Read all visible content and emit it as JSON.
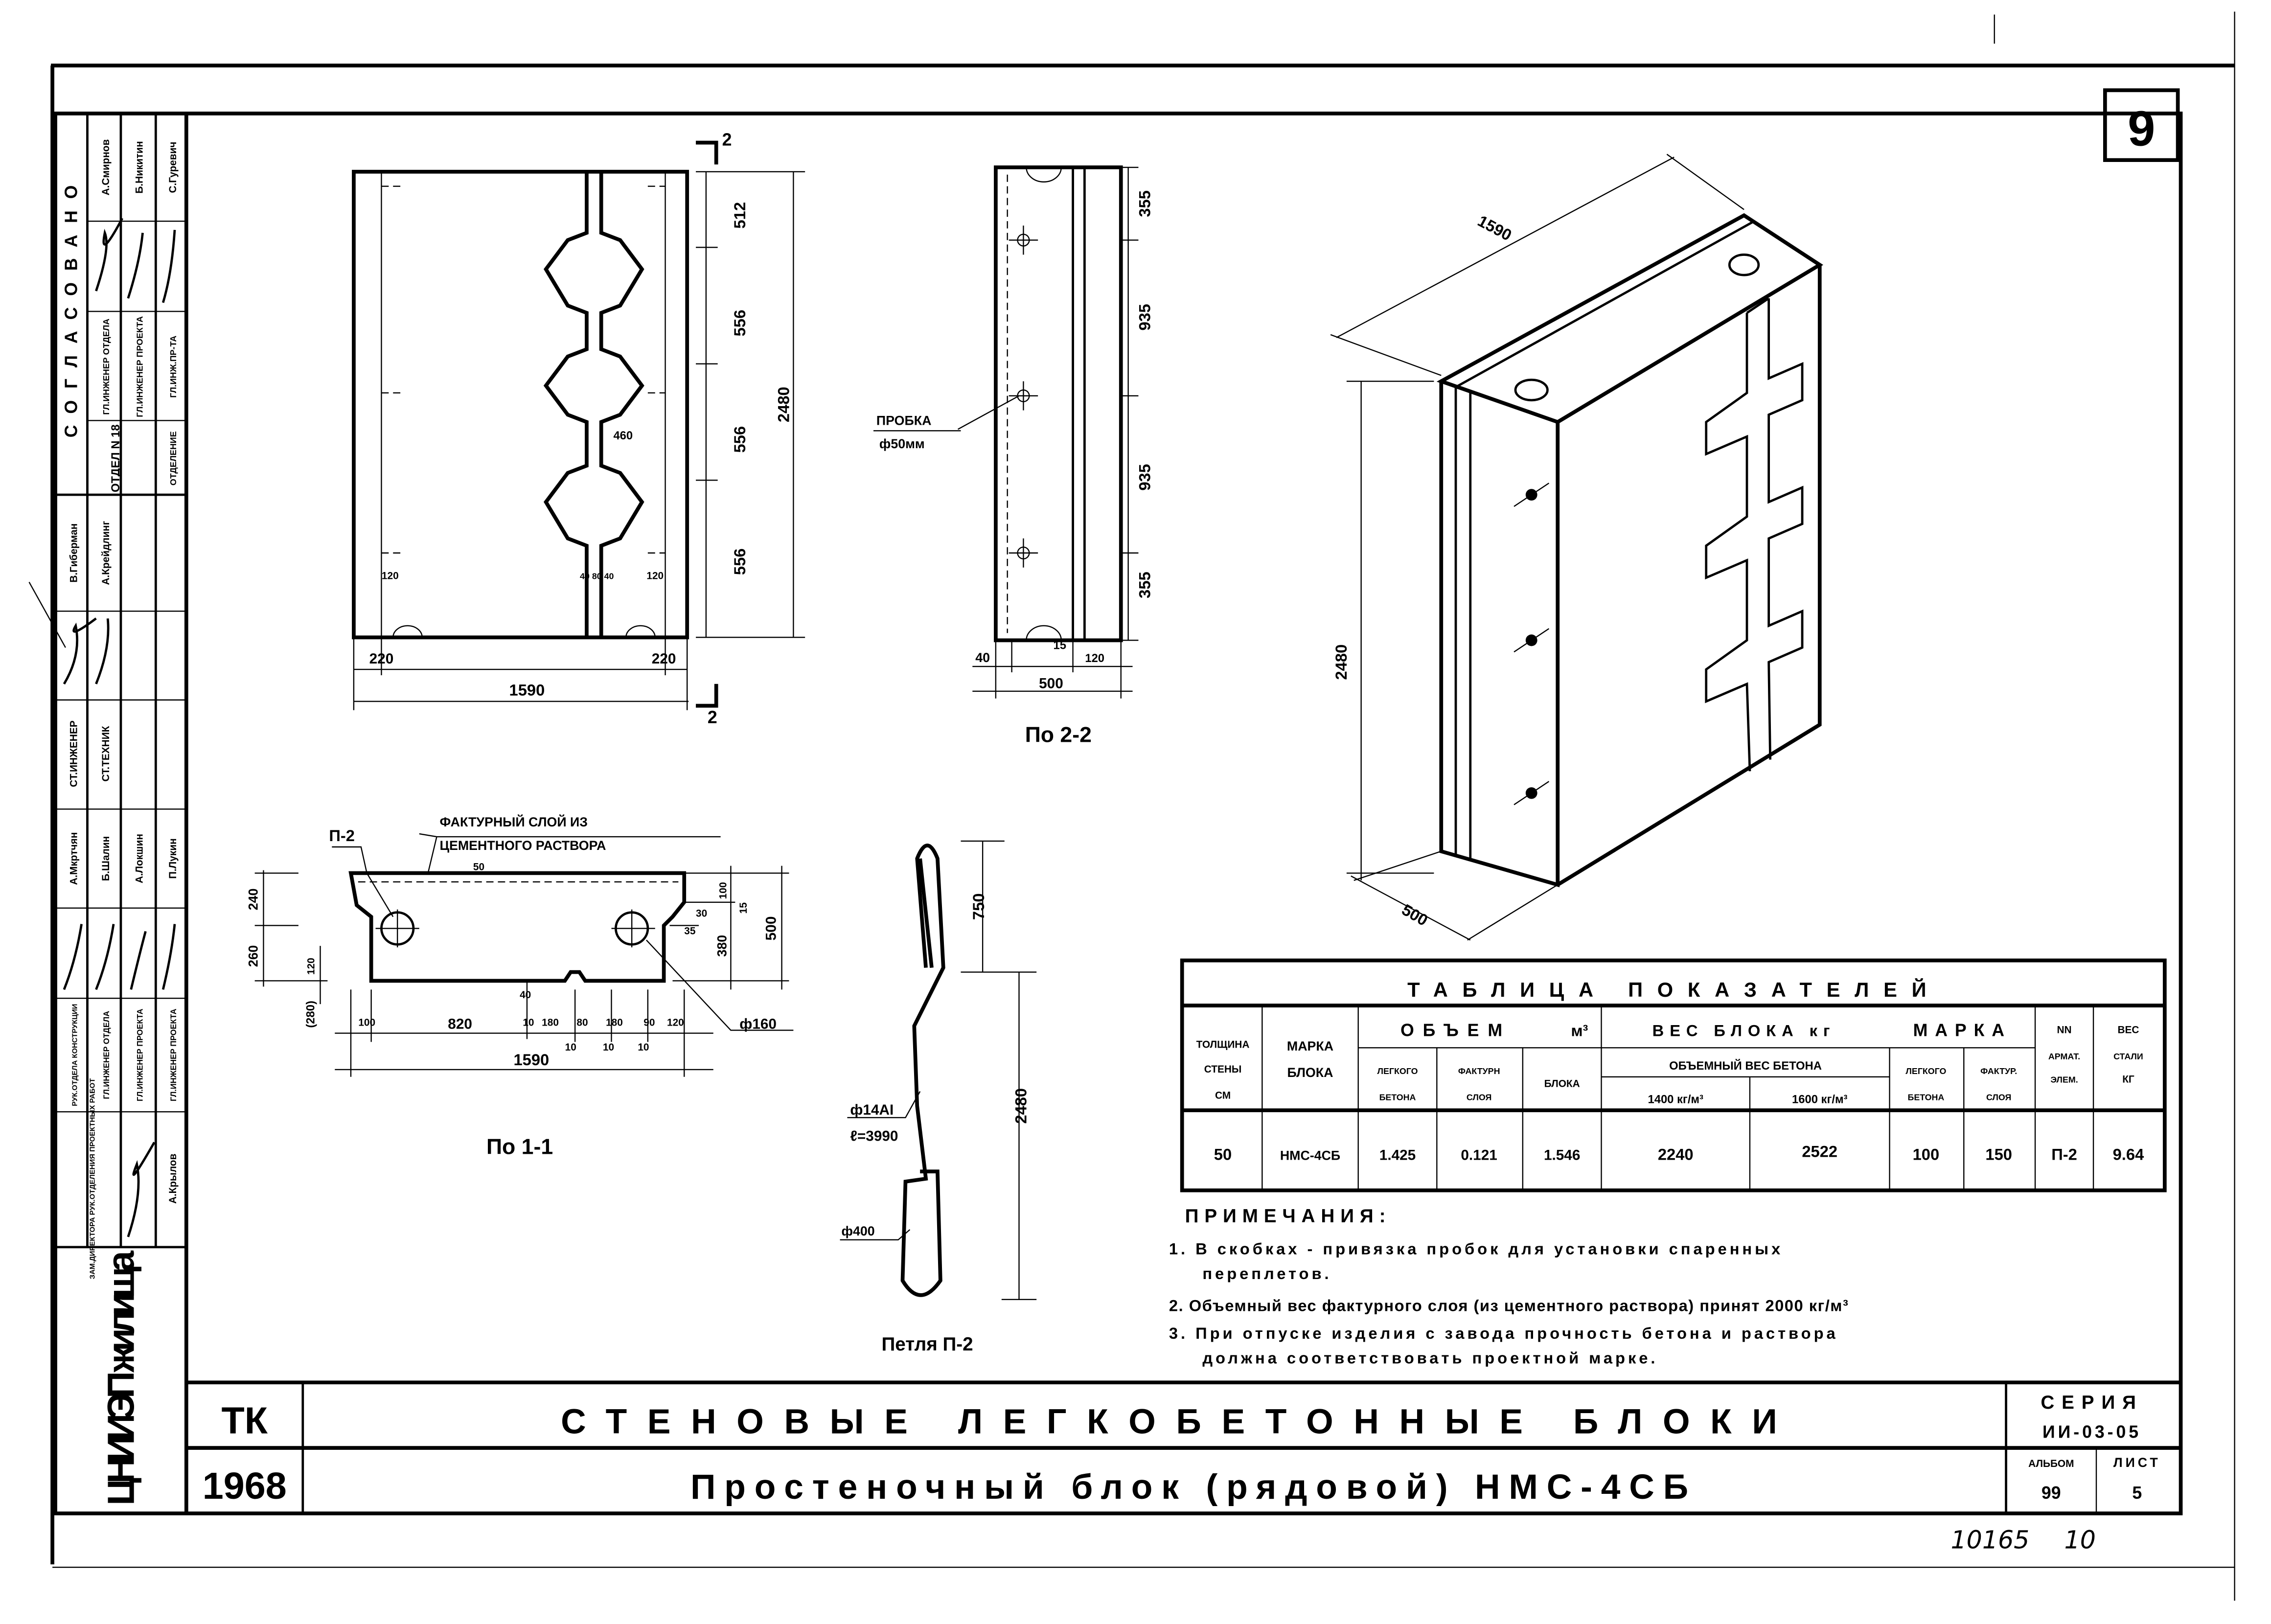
{
  "sheet_number": "9",
  "archive_number": "10165",
  "archive_sheet": "10",
  "stamp": {
    "approved_heading": "СОГЛАСОВАНО",
    "approvals": [
      {
        "name": "А.Смирнов",
        "title": "ГЛ.ИНЖЕНЕР ОТДЕЛА"
      },
      {
        "name": "Б.Никитин",
        "title": "ГЛ.ИНЖЕНЕР ПРОЕКТА"
      },
      {
        "name": "С.Гуревич",
        "title": "ГЛ.ИНЖ.ПР-ТА"
      }
    ],
    "dept": "ОТДЕЛ N 18",
    "dept2": "ОТДЕЛЕНИЕ",
    "authors": [
      {
        "name": "В.Гиберман",
        "title": "СТ.ИНЖЕНЕР"
      },
      {
        "name": "А.Крейдлинг",
        "title": "СТ.ТЕХНИК"
      }
    ],
    "checkers": [
      {
        "name": "А.Мкртчян",
        "title": "РУК.ОТДЕЛА КОНСТРУКЦИИ"
      },
      {
        "name": "Б.Шалин",
        "title": "ГЛ.ИНЖЕНЕР ОТДЕЛА"
      },
      {
        "name": "А.Локшин",
        "title": "ГЛ.ИНЖЕНЕР ПРОЕКТА"
      },
      {
        "name": "П.Лукин",
        "title": "ГЛ.ИНЖЕНЕР ПРОЕКТА"
      }
    ],
    "director_title": "ЗАМ.ДИРЕКТОРА РУК.ОТДЕЛЕНИЯ ПРОЕКТНЫХ РАБОТ",
    "director_name": "А.Крылов",
    "institute": "ЦНИИЭП жилища"
  },
  "elevation": {
    "dims_right": [
      "512",
      "556",
      "556",
      "556"
    ],
    "height": "2480",
    "dims_bottom_left": "220",
    "dims_bottom_right": "220",
    "width": "1590",
    "inner_460": "460",
    "inner_120_left": "120",
    "inner_120_right": "120",
    "inner_small": "40 80 40",
    "cut_mark": "2"
  },
  "side_view": {
    "dims": [
      "355",
      "935",
      "935",
      "355"
    ],
    "plug_label": "ПРОБКА",
    "plug_size": "ф50мм",
    "bottom_40": "40",
    "bottom_15": "15",
    "bottom_120": "120",
    "bottom_500": "500",
    "caption": "По 2-2"
  },
  "section": {
    "layer_note_1": "ФАКТУРНЫЙ СЛОЙ ИЗ",
    "layer_note_2": "ЦЕМЕНТНОГО РАСТВОРА",
    "loop_ref": "П-2",
    "top_50": "50",
    "left_240": "240",
    "left_260": "260",
    "left_120": "120",
    "left_280": "(280)",
    "right_100": "100",
    "right_15": "15",
    "right_30": "30",
    "right_35": "35",
    "right_380": "380",
    "right_500": "500",
    "bottom_40": "40",
    "bottom_dims": [
      "100",
      "820",
      "10",
      "180",
      "80",
      "180",
      "90",
      "120"
    ],
    "bottom_sub": [
      "10",
      "10",
      "10"
    ],
    "width": "1590",
    "hole": "ф160",
    "caption": "По 1-1"
  },
  "loop": {
    "top_dim": "750",
    "length_dim": "2480",
    "bar": "ф14AI",
    "bar_length": "ℓ=3990",
    "bend": "ф400",
    "caption": "Петля П-2"
  },
  "iso": {
    "length": "1590",
    "height": "2480",
    "depth": "500"
  },
  "table": {
    "title": "ТАБЛИЦА ПОКАЗАТЕЛЕЙ",
    "h_thickness": [
      "ТОЛЩИНА",
      "СТЕНЫ",
      "СМ"
    ],
    "h_mark": [
      "МАРКА",
      "БЛОКА"
    ],
    "h_volume": "ОБЪЕМ",
    "h_volume_unit": "м³",
    "h_volume_light": [
      "ЛЕГКОГО",
      "БЕТОНА"
    ],
    "h_volume_face": [
      "ФАКТУРН",
      "СЛОЯ"
    ],
    "h_volume_block": "БЛОКА",
    "h_weight": "ВЕС БЛОКА кг",
    "h_weight_sub": "ОБЪЕМНЫЙ ВЕС БЕТОНА",
    "h_weight_1400": "1400 кг/м³",
    "h_weight_1600": "1600 кг/м³",
    "h_grade": "МАРКА",
    "h_grade_light": [
      "ЛЕГКОГО",
      "БЕТОНА"
    ],
    "h_grade_face": [
      "ФАКТУР.",
      "СЛОЯ"
    ],
    "h_rebar": [
      "NN",
      "АРМАТ.",
      "ЭЛЕМ."
    ],
    "h_steel": [
      "ВЕС",
      "СТАЛИ",
      "КГ"
    ],
    "row": [
      "50",
      "НМС-4СБ",
      "1.425",
      "0.121",
      "1.546",
      "2240",
      "2522",
      "100",
      "150",
      "П-2",
      "9.64"
    ]
  },
  "notes": {
    "heading": "ПРИМЕЧАНИЯ:",
    "items": [
      "1. В скобках - привязка пробок для установки спаренных",
      "переплетов.",
      "2. Объемный вес фактурного слоя (из цементного раствора) принят 2000 кг/м³",
      "3. При отпуске изделия с завода прочность бетона и раствора",
      "должна соответствовать проектной марке."
    ]
  },
  "title_block": {
    "code": "ТК",
    "year": "1968",
    "title": "СТЕНОВЫЕ ЛЕГКОБЕТОННЫЕ БЛОКИ",
    "subtitle": "Простеночный блок (рядовой) НМС-4СБ",
    "series_label": "СЕРИЯ",
    "series": "ИИ-03-05",
    "album_label": "АЛЬБОМ",
    "album": "99",
    "sheet_label": "ЛИСТ",
    "sheet": "5"
  }
}
